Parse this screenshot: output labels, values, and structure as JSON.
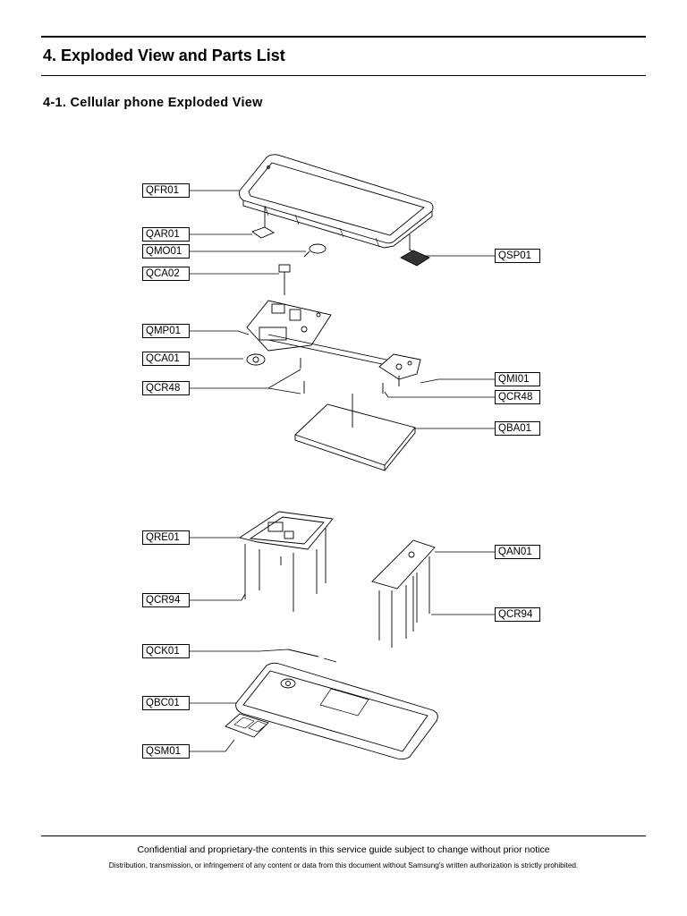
{
  "header": {
    "title": "4. Exploded View and Parts List",
    "subtitle": "4-1. Cellular phone Exploded View"
  },
  "callouts": {
    "qfr01": "QFR01",
    "qar01": "QAR01",
    "qmo01": "QMO01",
    "qca02": "QCA02",
    "qmp01": "QMP01",
    "qca01": "QCA01",
    "qcr48_left": "QCR48",
    "qsp01": "QSP01",
    "qmi01": "QMI01",
    "qcr48_right": "QCR48",
    "qba01": "QBA01",
    "qre01": "QRE01",
    "qcr94_left": "QCR94",
    "qan01": "QAN01",
    "qcr94_right": "QCR94",
    "qck01": "QCK01",
    "qbc01": "QBC01",
    "qsm01": "QSM01"
  },
  "footer": {
    "line1": "Confidential and proprietary-the contents in this service guide subject to change without prior notice",
    "line2": "Distribution, transmission, or infringement of any content or data from this document without Samsung's written authorization is strictly prohibited."
  }
}
